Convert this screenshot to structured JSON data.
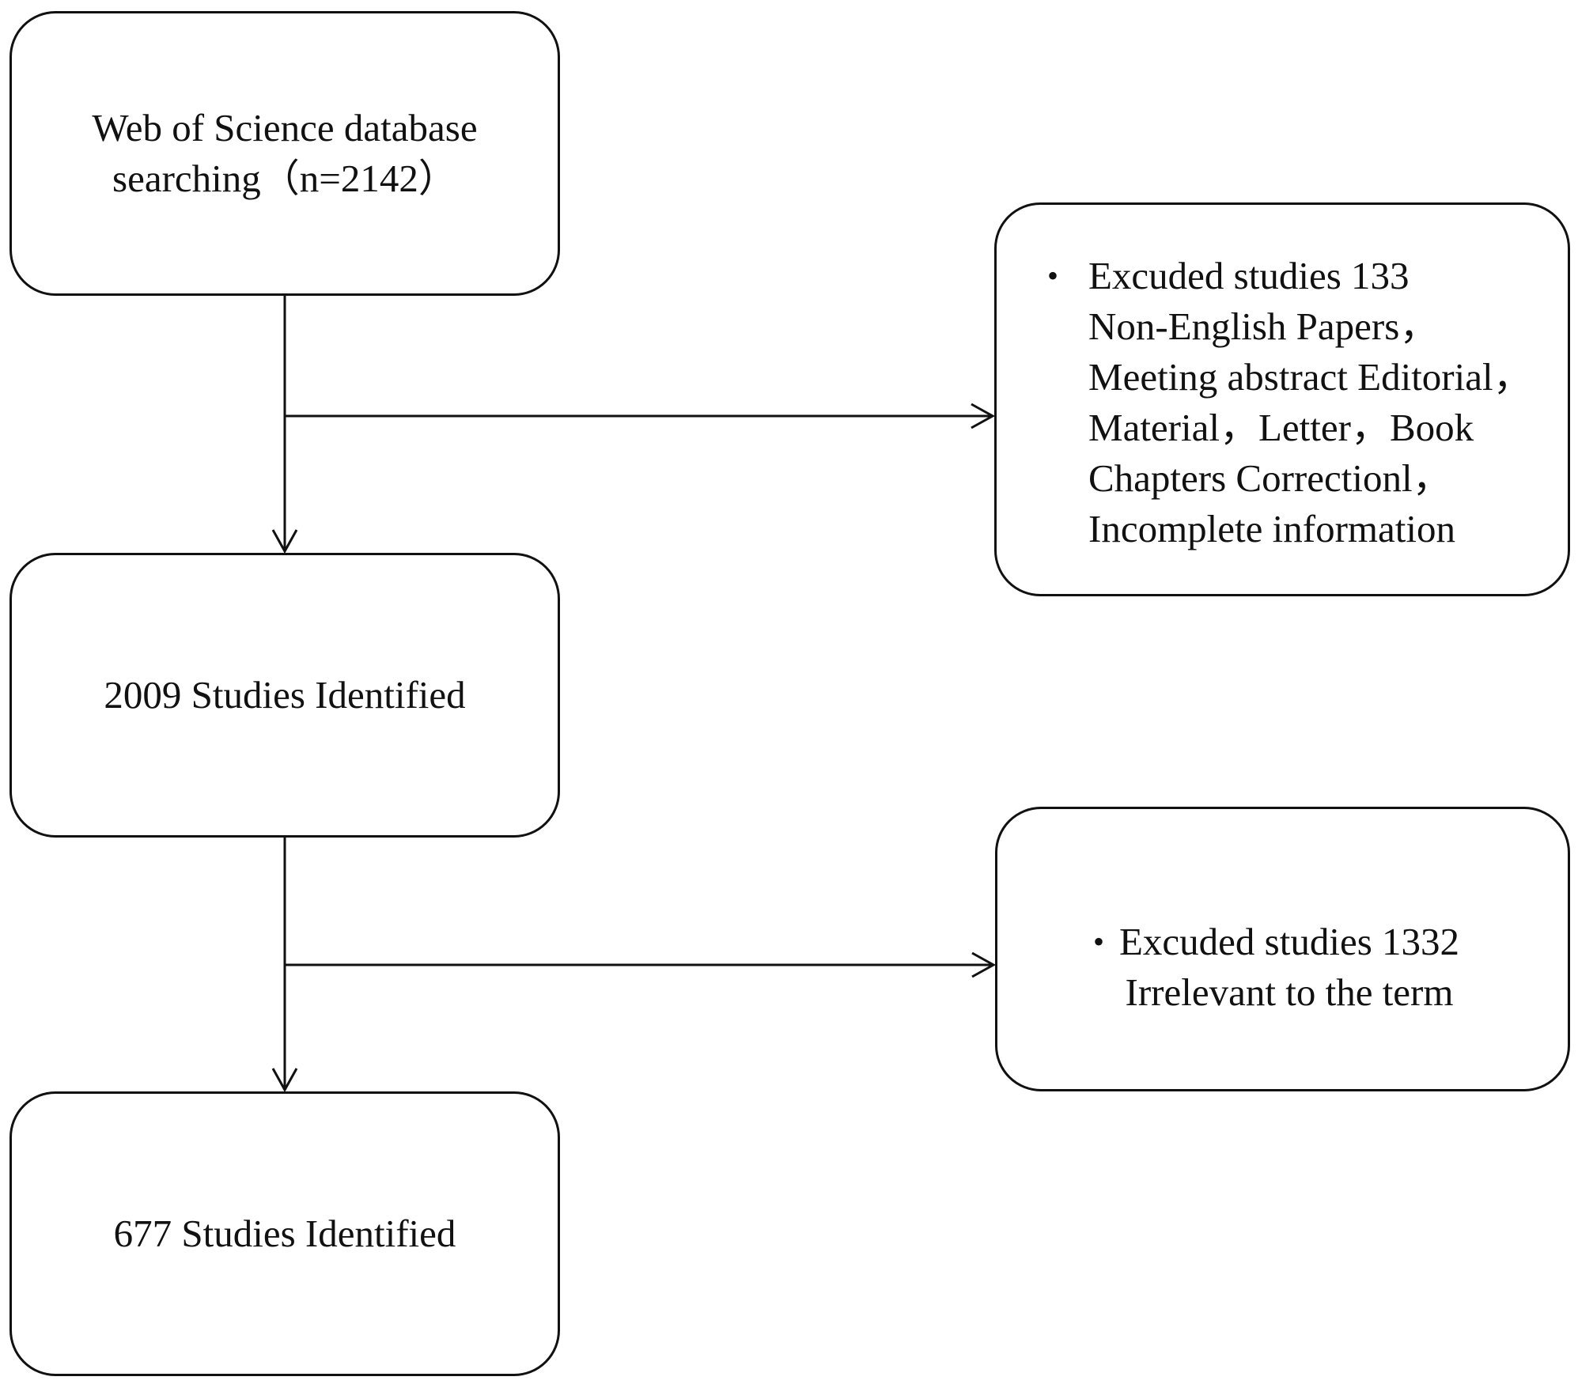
{
  "flow": {
    "search_box": {
      "lines": [
        "Web of Science database",
        "searching（n=2142）"
      ]
    },
    "identified_2009": {
      "text": "2009 Studies Identified"
    },
    "identified_677": {
      "text": "677 Studies Identified"
    },
    "exclusion_1": {
      "bullet": "•",
      "lines": [
        "Excuded studies 133",
        "Non-English Papers，",
        "Meeting abstract Editorial，",
        "Material，Letter，Book",
        "Chapters Correctionl，",
        "Incomplete information"
      ]
    },
    "exclusion_2": {
      "bullet": "•",
      "lines": [
        "Excuded studies 1332",
        "Irrelevant to the term"
      ]
    }
  },
  "colors": {
    "line": "#111111",
    "background": "#ffffff"
  }
}
